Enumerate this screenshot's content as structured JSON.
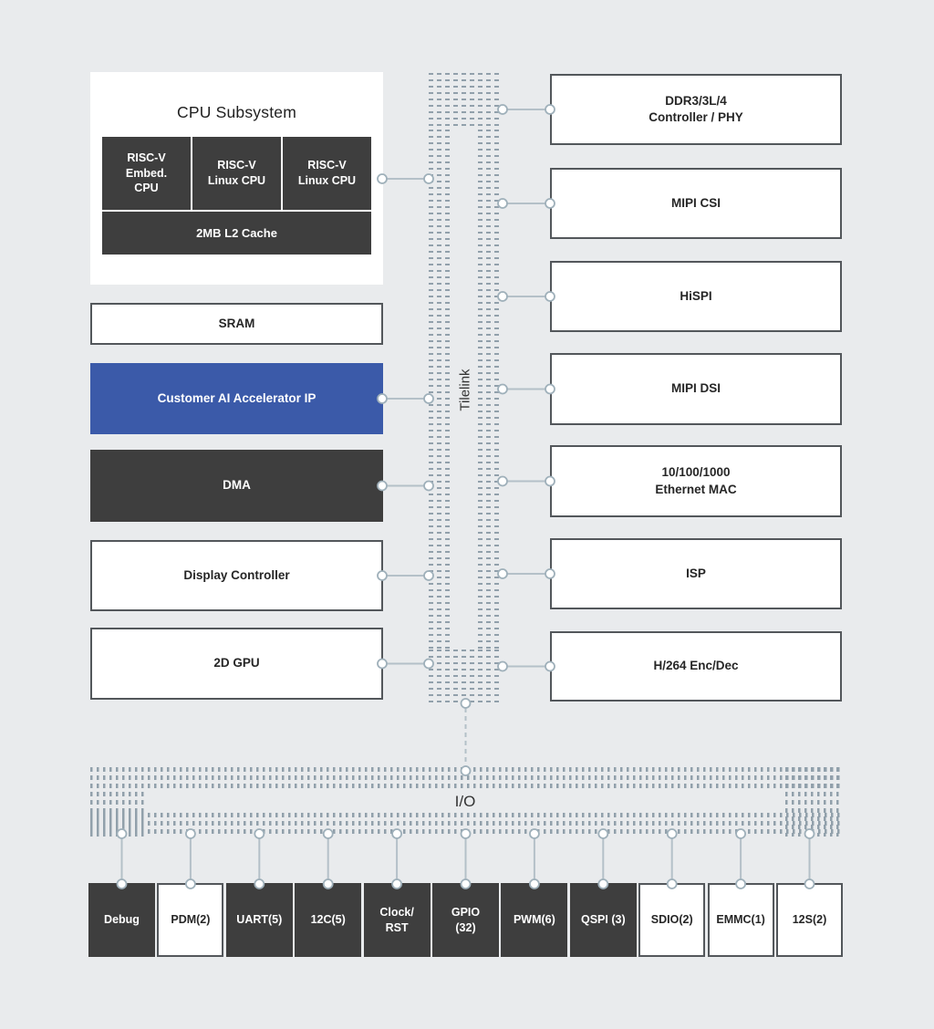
{
  "diagram": {
    "cpu_subsystem": {
      "title": "CPU Subsystem",
      "cores": [
        "RISC-V\nEmbed.\nCPU",
        "RISC-V\nLinux CPU",
        "RISC-V\nLinux CPU"
      ],
      "cache": "2MB L2 Cache"
    },
    "left_blocks": [
      {
        "label": "SRAM",
        "variant": "white",
        "connected": false
      },
      {
        "label": "Customer AI Accelerator IP",
        "variant": "blue",
        "connected": true
      },
      {
        "label": "DMA",
        "variant": "dark",
        "connected": true
      },
      {
        "label": "Display Controller",
        "variant": "white",
        "connected": true
      },
      {
        "label": "2D GPU",
        "variant": "white",
        "connected": true
      }
    ],
    "tilelink_bus": {
      "label": "Tilelink"
    },
    "right_blocks": [
      {
        "label": "DDR3/3L/4\nController / PHY"
      },
      {
        "label": "MIPI CSI"
      },
      {
        "label": "HiSPI"
      },
      {
        "label": "MIPI DSI"
      },
      {
        "label": "10/100/1000\nEthernet MAC"
      },
      {
        "label": "ISP"
      },
      {
        "label": "H/264 Enc/Dec"
      }
    ],
    "io_bus": {
      "label": "I/O"
    },
    "bottom_blocks": [
      {
        "label": "Debug",
        "variant": "dark"
      },
      {
        "label": "PDM(2)",
        "variant": "white"
      },
      {
        "label": "UART(5)",
        "variant": "dark"
      },
      {
        "label": "12C(5)",
        "variant": "dark"
      },
      {
        "label": "Clock/\nRST",
        "variant": "dark"
      },
      {
        "label": "GPIO\n(32)",
        "variant": "dark"
      },
      {
        "label": "PWM(6)",
        "variant": "dark"
      },
      {
        "label": "QSPI (3)",
        "variant": "dark"
      },
      {
        "label": "SDIO(2)",
        "variant": "white"
      },
      {
        "label": "EMMC(1)",
        "variant": "white"
      },
      {
        "label": "12S(2)",
        "variant": "white"
      }
    ]
  },
  "colors": {
    "background": "#e9ebed",
    "block_dark": "#3e3e3e",
    "block_blue": "#3b5aa9",
    "block_white": "#ffffff",
    "dash": "#91a0ab",
    "connector_line": "#b4c0c8",
    "connector_node_stroke": "#9fb0ba",
    "text_dark": "#262626",
    "text_light": "#ffffff"
  }
}
